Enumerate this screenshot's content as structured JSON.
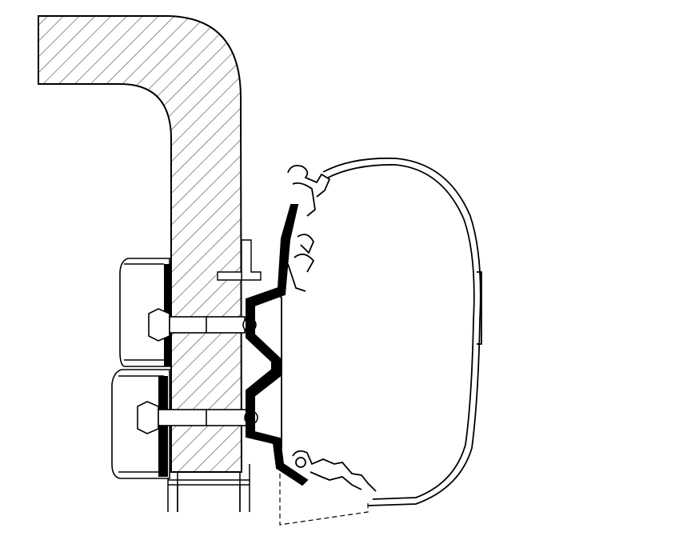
{
  "diagram": {
    "type": "technical-cross-section",
    "colors": {
      "background": "#ffffff",
      "line": "#000000",
      "hatch": "#444444",
      "adapter_fill": "#000000"
    },
    "parts": [
      {
        "name": "vehicle-roof-wall-section",
        "hatched": true
      },
      {
        "name": "mounting-adapter-profile",
        "filled": true
      },
      {
        "name": "awning-cassette-housing"
      },
      {
        "name": "interior-bracket-plates"
      },
      {
        "name": "bolt-upper"
      },
      {
        "name": "bolt-lower"
      },
      {
        "name": "lower-extrusion-profile"
      },
      {
        "name": "dashed-lower-profile-outline"
      }
    ]
  }
}
